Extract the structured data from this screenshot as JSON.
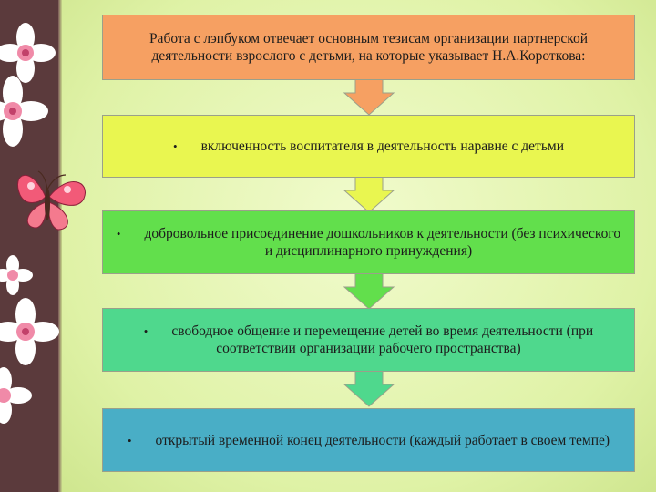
{
  "slide": {
    "colors": {
      "strip": "#5b3a3c",
      "background": "#e4f4b2",
      "box1": "#f6a062",
      "box2": "#e9f650",
      "box3": "#62df4c",
      "box4": "#4fd88d",
      "box5": "#49aec6",
      "arrow1": "#f6a062",
      "arrow2": "#e9f650",
      "arrow3": "#62df4c",
      "arrow4": "#4fd88d"
    },
    "decor_icons": [
      "flower-icon",
      "butterfly-icon"
    ]
  },
  "steps": [
    {
      "bullet": "",
      "text": "Работа с лэпбуком отвечает основным тезисам организации партнерской деятельности взрослого с детьми, на которые указывает Н.А.Короткова:"
    },
    {
      "bullet": "•",
      "text": "включенность воспитателя в деятельность наравне с детьми"
    },
    {
      "bullet": "•",
      "text": "добровольное присоединение дошкольников к деятельности (без психического и дисциплинарного принуждения)"
    },
    {
      "bullet": "•",
      "text": "свободное общение и перемещение детей во время деятельности (при соответствии организации рабочего пространства)"
    },
    {
      "bullet": "•",
      "text": "открытый временной конец деятельности (каждый работает в своем темпе)"
    }
  ]
}
